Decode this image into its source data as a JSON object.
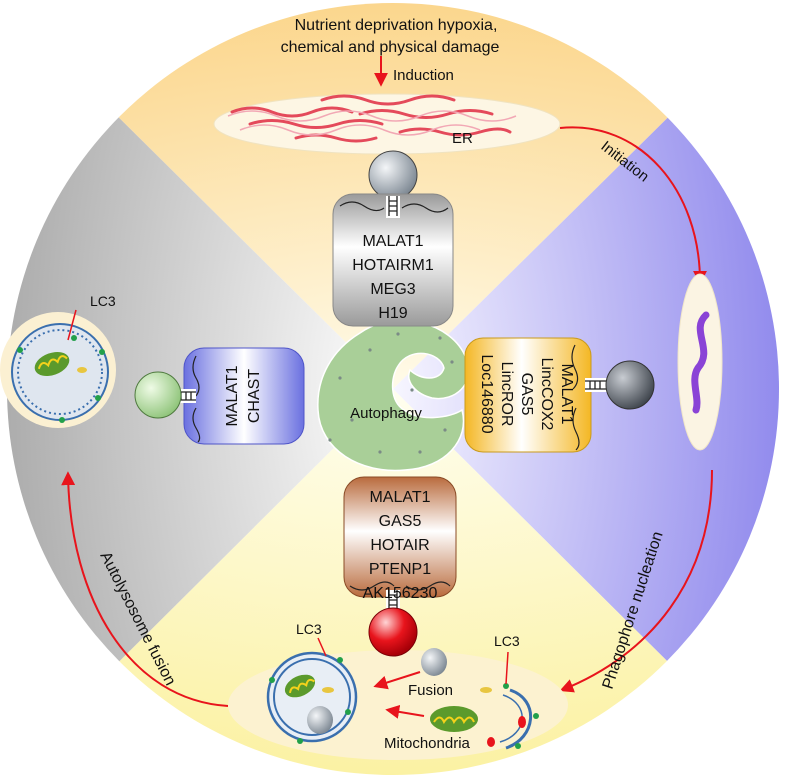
{
  "top_caption": {
    "line1": "Nutrient deprivation hypoxia,",
    "line2": "chemical and physical damage"
  },
  "induction_label": "Induction",
  "er_label": "ER",
  "initiation_label": "Initiation",
  "phagophore_label": "Phagophore nucleation",
  "autolysosome_label": "Autolysosome fusion",
  "center_label": "Autophagy",
  "fusion_label": "Fusion",
  "mitochondria_label": "Mitochondria",
  "lc3_left": "LC3",
  "lc3_bottom_left": "LC3",
  "lc3_bottom_right": "LC3",
  "top_box": [
    "MALAT1",
    "HOTAIRM1",
    "MEG3",
    "H19"
  ],
  "right_box": [
    "MALAT1",
    "LincCOX2",
    "GAS5",
    "LincROR",
    "Loc146880"
  ],
  "bottom_box": [
    "MALAT1",
    "GAS5",
    "HOTAIR",
    "PTENP1",
    "AK156230"
  ],
  "left_box": [
    "MALAT1",
    "CHAST"
  ],
  "colors": {
    "top_quadrant": "#fbd98f",
    "right_quadrant": "#a9a3f0",
    "bottom_quadrant": "#fbf2a6",
    "left_quadrant": "#bdbdbd",
    "arrow": "#e8141c",
    "autophagy_blob": "#a9cf98",
    "top_box": "#b2b2b2",
    "right_box": "#f7c64a",
    "bottom_box": "#c47e52",
    "left_box": "#7d82e6"
  }
}
